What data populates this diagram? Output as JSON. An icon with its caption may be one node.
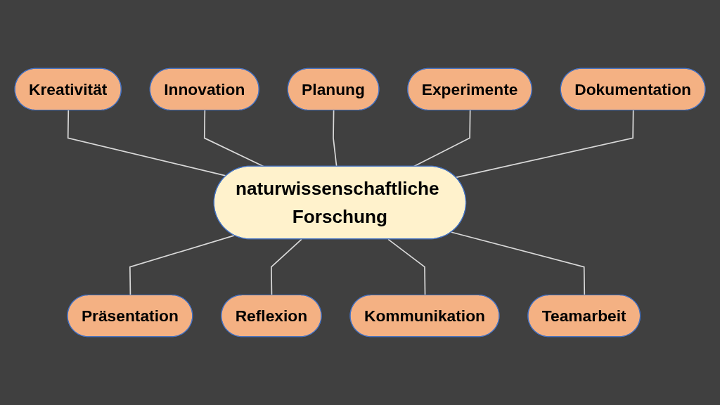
{
  "diagram": {
    "nodes": [
      {
        "text": [
          "Kreativität"
        ]
      },
      {
        "text": [
          "Innovation"
        ]
      },
      {
        "text": [
          "Planung"
        ]
      },
      {
        "text": [
          "Experimente"
        ]
      },
      {
        "text": [
          "Präsentation"
        ]
      },
      {
        "text": [
          "naturwissenschaftliche Forschung"
        ]
      },
      {
        "text": [
          "Dokumentation"
        ]
      },
      {
        "text": [
          "Reflexion"
        ]
      },
      {
        "text": [
          "Kommunikation"
        ]
      },
      {
        "text": [
          "Teamarbeit"
        ]
      }
    ],
    "edges": [
      {
        "from": 0,
        "to": 5,
        "arrow": "none"
      },
      {
        "from": 1,
        "to": 5,
        "arrow": "none"
      },
      {
        "from": 2,
        "to": 5,
        "arrow": "none"
      },
      {
        "from": 3,
        "to": 5,
        "arrow": "none"
      },
      {
        "from": 5,
        "to": 4,
        "arrow": "none"
      },
      {
        "from": 6,
        "to": 5,
        "arrow": "none"
      },
      {
        "from": 5,
        "to": 7,
        "arrow": "none"
      },
      {
        "from": 5,
        "to": 8,
        "arrow": "none"
      },
      {
        "from": 5,
        "to": 9,
        "arrow": "none"
      }
    ]
  }
}
